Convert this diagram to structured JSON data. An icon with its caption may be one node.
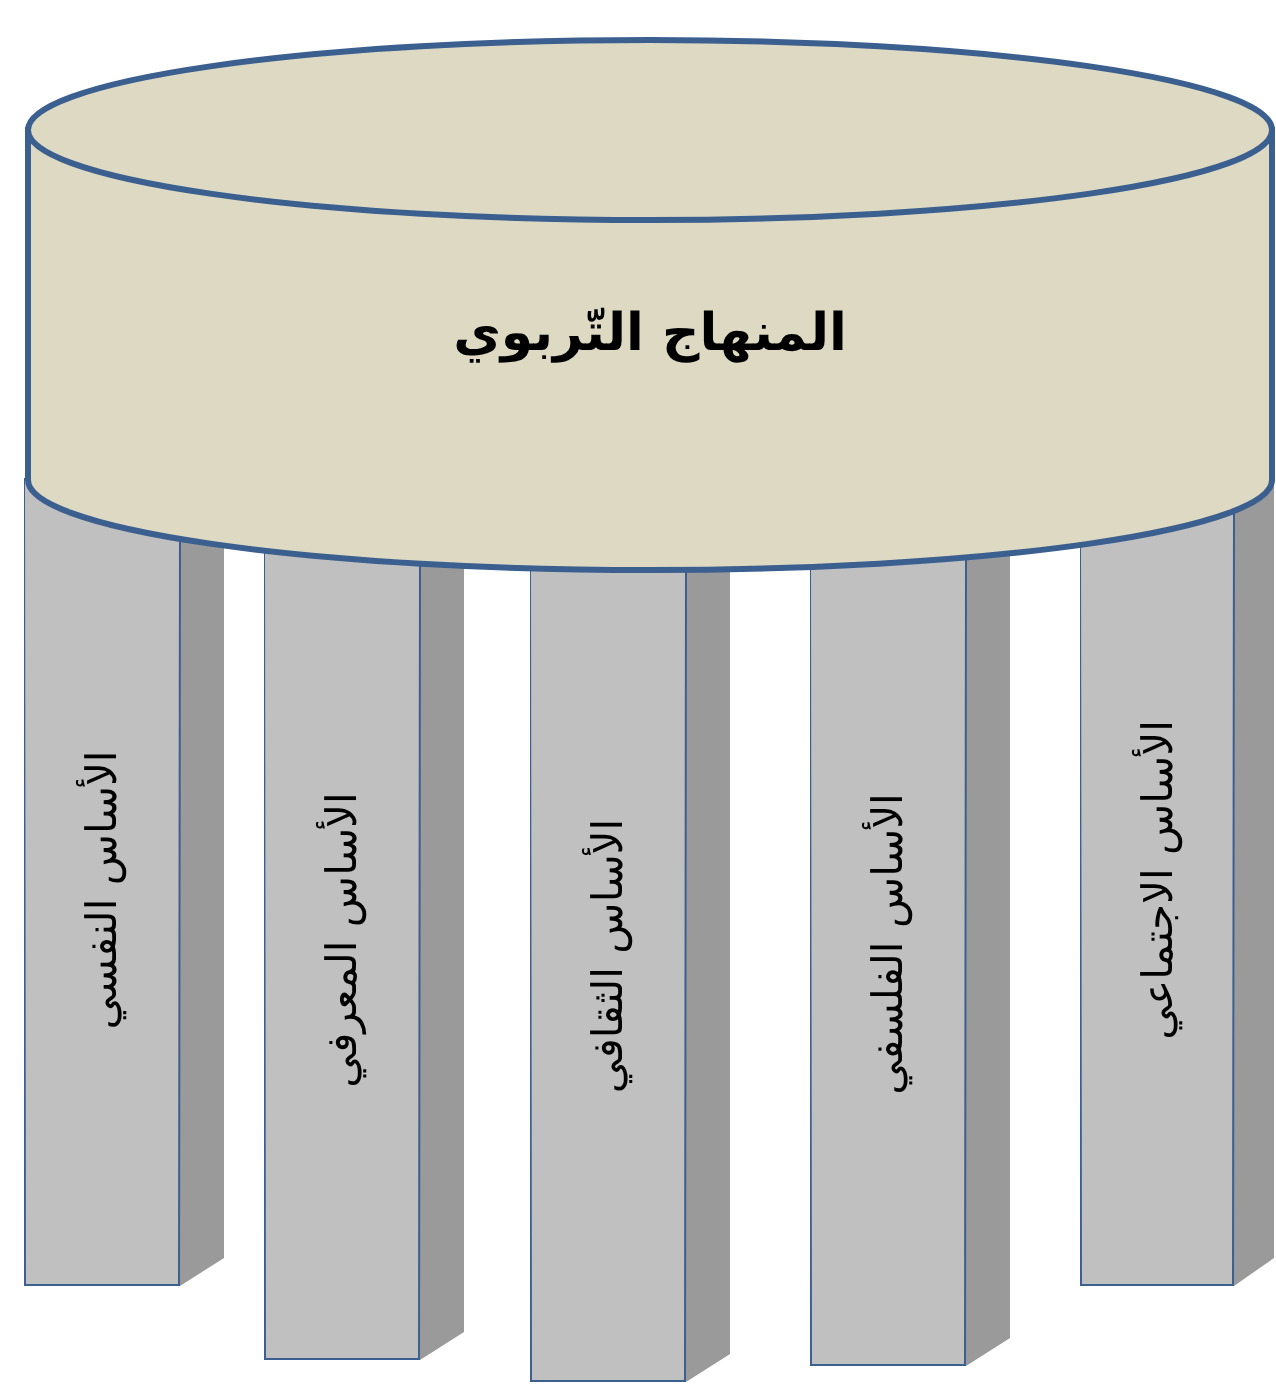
{
  "diagram": {
    "nodes": [
      {
        "text": [
          "المنهاج التّربوي"
        ]
      },
      {
        "text": [
          "الأساس النفسي"
        ]
      },
      {
        "text": [
          "الأساس المعرفي"
        ]
      },
      {
        "text": [
          "الأساس الثقافي"
        ]
      },
      {
        "text": [
          "الأساس الفلسفي"
        ]
      },
      {
        "text": [
          "الأساس الاجتماعي"
        ]
      }
    ]
  }
}
